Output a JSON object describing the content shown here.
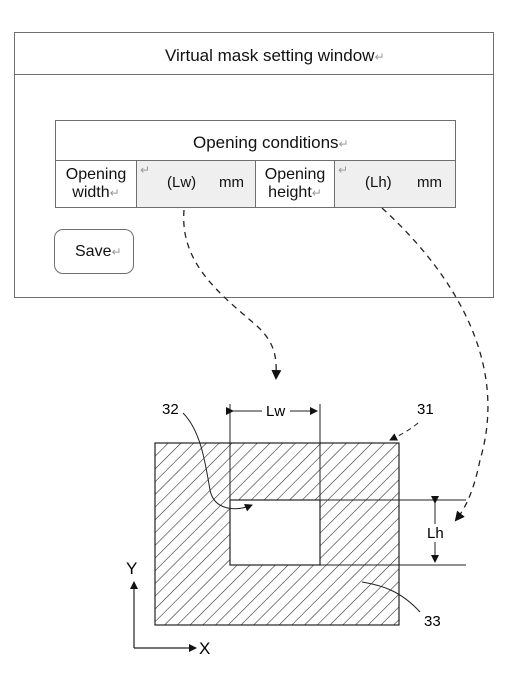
{
  "window": {
    "title": "Virtual mask setting window",
    "return_mark": "↵"
  },
  "conditions": {
    "header": "Opening conditions",
    "width_label_line1": "Opening",
    "width_label_line2": "width",
    "width_value": "(Lw)",
    "width_unit": "mm",
    "height_label_line1": "Opening",
    "height_label_line2": "height",
    "height_value": "(Lh)",
    "height_unit": "mm"
  },
  "save": {
    "label": "Save"
  },
  "figure": {
    "mask_ref": "31",
    "opening_ref": "32",
    "shaded_ref": "33",
    "width_dim": "Lw",
    "height_dim": "Lh",
    "x_axis": "X",
    "y_axis": "Y"
  }
}
